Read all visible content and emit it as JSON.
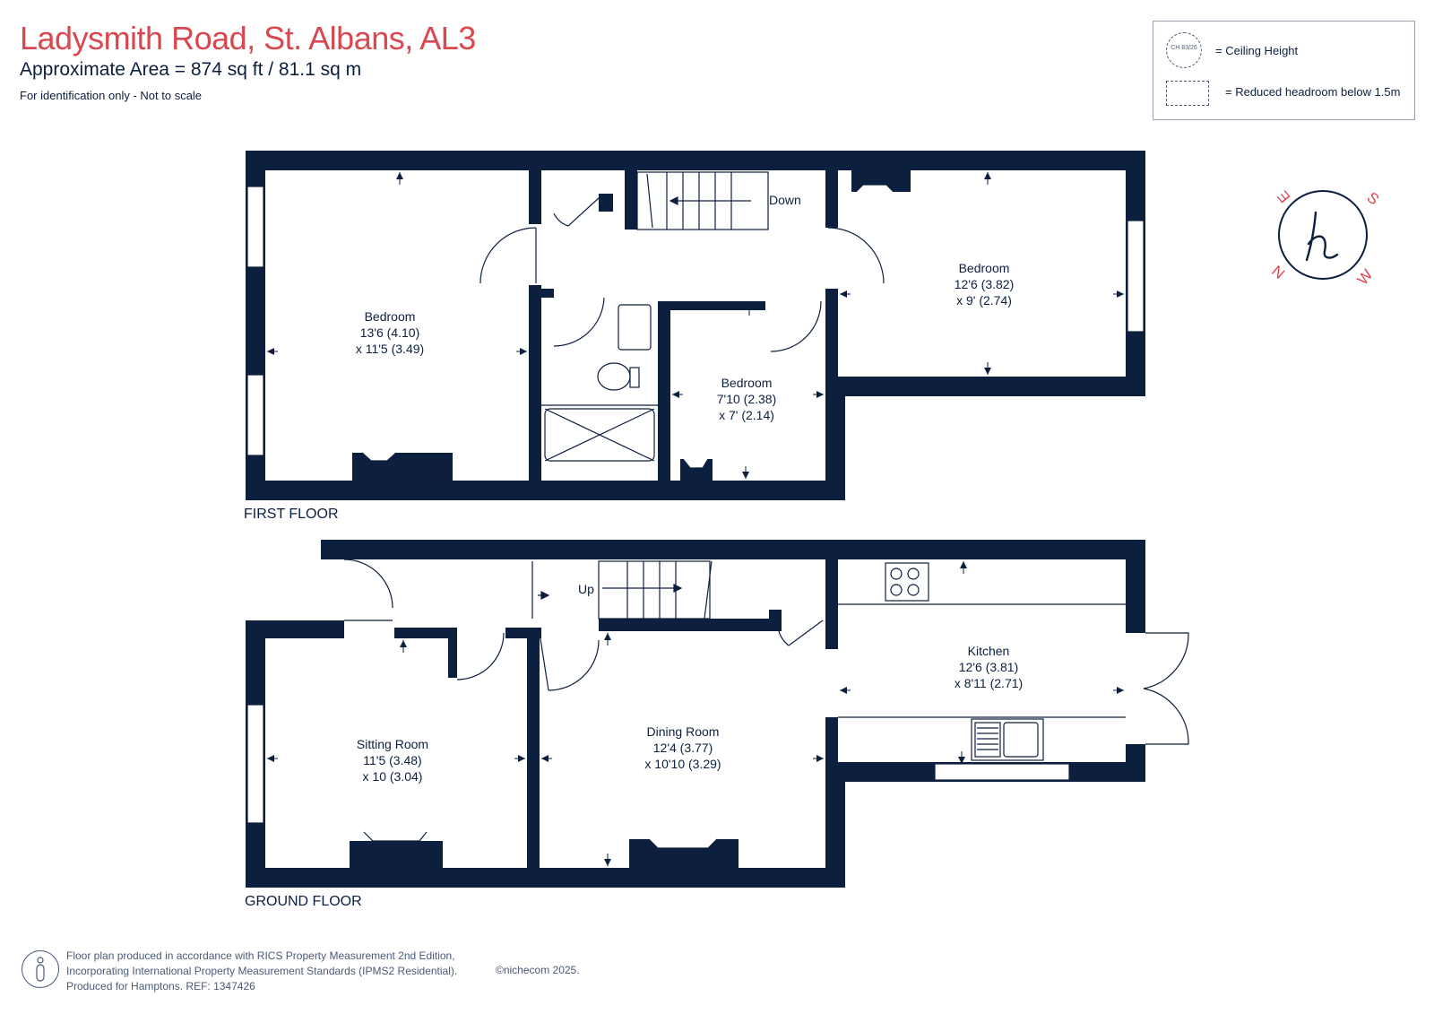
{
  "header": {
    "title": "Ladysmith Road, St. Albans, AL3",
    "area": "Approximate Area = 874 sq ft / 81.1 sq m",
    "note": "For identification only - Not to scale"
  },
  "legend": {
    "ceiling_symbol": "CH 83/26",
    "ceiling_label": "= Ceiling Height",
    "headroom_label": "= Reduced headroom below 1.5m"
  },
  "compass": {
    "n": "N",
    "e": "E",
    "s": "S",
    "w": "W",
    "logo": "h"
  },
  "first_floor": {
    "label": "FIRST FLOOR",
    "stairs_label": "Down",
    "rooms": [
      {
        "name": "Bedroom",
        "dim1": "13'6 (4.10)",
        "dim2": "x 11'5 (3.49)"
      },
      {
        "name": "Bedroom",
        "dim1": "12'6 (3.82)",
        "dim2": "x 9' (2.74)"
      },
      {
        "name": "Bedroom",
        "dim1": "7'10 (2.38)",
        "dim2": "x 7' (2.14)"
      }
    ]
  },
  "ground_floor": {
    "label": "GROUND FLOOR",
    "stairs_label": "Up",
    "rooms": [
      {
        "name": "Sitting Room",
        "dim1": "11'5 (3.48)",
        "dim2": "x 10 (3.04)"
      },
      {
        "name": "Dining Room",
        "dim1": "12'4 (3.77)",
        "dim2": "x 10'10 (3.29)"
      },
      {
        "name": "Kitchen",
        "dim1": "12'6 (3.81)",
        "dim2": "x 8'11 (2.71)"
      }
    ]
  },
  "footer": {
    "line1": "Floor plan produced in accordance with RICS Property Measurement 2nd Edition,",
    "line2": "Incorporating International Property Measurement Standards (IPMS2 Residential).",
    "line3": "Produced for Hamptons.  REF: 1347426",
    "copyright": "©nichecom 2025."
  },
  "colors": {
    "wall": "#0c1f3f",
    "title": "#d9474f",
    "compass": "#d9474f"
  }
}
